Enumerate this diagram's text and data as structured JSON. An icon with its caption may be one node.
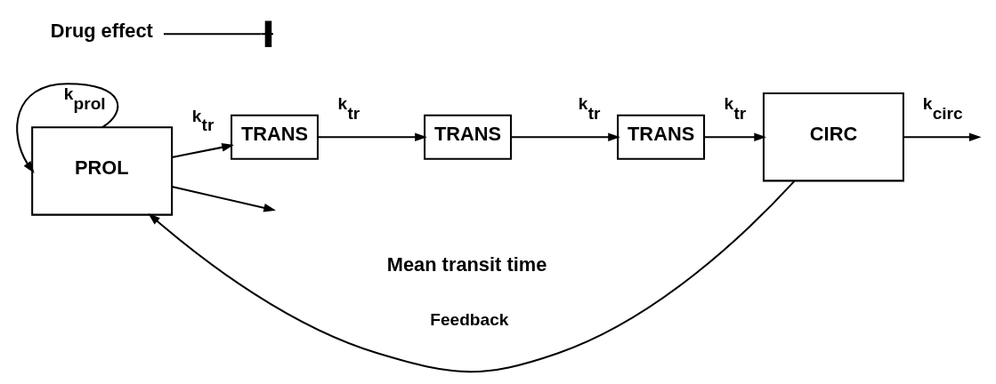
{
  "diagram": {
    "nodes": [
      {
        "text": [
          "PROL"
        ]
      },
      {
        "text": [
          "TRANS"
        ]
      },
      {
        "text": [
          "TRANS"
        ]
      },
      {
        "text": [
          "TRANS"
        ]
      },
      {
        "text": [
          "CIRC"
        ]
      },
      {
        "text": [
          "Drug effect"
        ]
      }
    ],
    "edges": [
      {
        "from": 0,
        "to": 0,
        "arrow": "to",
        "label": "k$_{prol}$"
      },
      {
        "from": 0,
        "to": null,
        "arrow": "to"
      },
      {
        "from": 0,
        "to": 1,
        "arrow": "to",
        "label": "k$_{tr}$"
      },
      {
        "from": 1,
        "to": 2,
        "arrow": "to",
        "label": "k$_{tr}$"
      },
      {
        "from": 2,
        "to": 3,
        "arrow": "to",
        "label": "k$_{tr}$"
      },
      {
        "from": 3,
        "to": 4,
        "arrow": "to",
        "label": "k$_{tr}$"
      },
      {
        "from": 4,
        "to": 0,
        "arrow": "to",
        "label": "Feedback"
      },
      {
        "from": 4,
        "to": null,
        "arrow": "to",
        "label": "k$_{circ}$"
      },
      {
        "from": 5,
        "to": null,
        "arrow": "other"
      }
    ],
    "labels": [
      "Mean transit time"
    ]
  }
}
